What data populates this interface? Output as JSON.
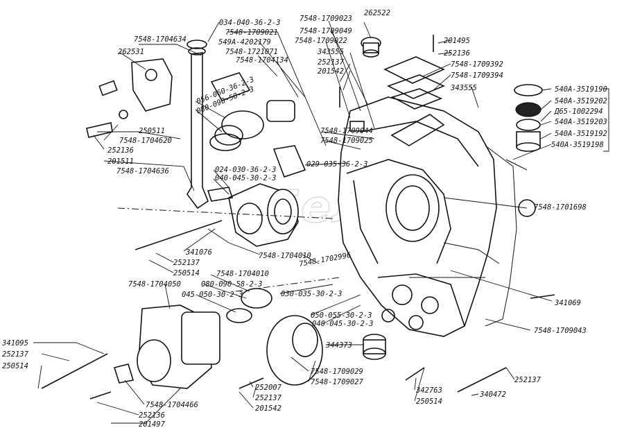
{
  "watermark": "Бел",
  "callouts": [
    {
      "id": "c1",
      "text": "7548-1704634"
    },
    {
      "id": "c2",
      "text": "262531"
    },
    {
      "id": "c3",
      "text": "034-040-36-2-3"
    },
    {
      "id": "c4",
      "text": "7548-1709021"
    },
    {
      "id": "c5",
      "text": "549А-4202179"
    },
    {
      "id": "c6",
      "text": "7548-1721071"
    },
    {
      "id": "c7",
      "text": "7548-1704134"
    },
    {
      "id": "c8",
      "text": "7548-1709023"
    },
    {
      "id": "c9",
      "text": "7548-1709049"
    },
    {
      "id": "c10",
      "text": "7548-1709022"
    },
    {
      "id": "c11",
      "text": "343555"
    },
    {
      "id": "c12",
      "text": "252137"
    },
    {
      "id": "c13",
      "text": "201542"
    },
    {
      "id": "c14",
      "text": "262522"
    },
    {
      "id": "c15",
      "text": "201495"
    },
    {
      "id": "c16",
      "text": "252136"
    },
    {
      "id": "c17",
      "text": "7548-1709392"
    },
    {
      "id": "c18",
      "text": "7548-1709394"
    },
    {
      "id": "c19",
      "text": "343555"
    },
    {
      "id": "c20",
      "text": "540А-3519190"
    },
    {
      "id": "c21",
      "text": "540А-3519202"
    },
    {
      "id": "c22",
      "text": "Д65-1002294"
    },
    {
      "id": "c23",
      "text": "540А-3519203"
    },
    {
      "id": "c24",
      "text": "540А-3519192"
    },
    {
      "id": "c25",
      "text": "540А-3519198"
    },
    {
      "id": "c26",
      "text": "056-060-36-2-3"
    },
    {
      "id": "c27",
      "text": "080-090-58-2-3"
    },
    {
      "id": "c28",
      "text": "250511"
    },
    {
      "id": "c29",
      "text": "7548-1704620"
    },
    {
      "id": "c30",
      "text": "252136"
    },
    {
      "id": "c31",
      "text": "201511"
    },
    {
      "id": "c32",
      "text": "7548-1704636"
    },
    {
      "id": "c33",
      "text": "7548-1709044"
    },
    {
      "id": "c34",
      "text": "7548-1709025"
    },
    {
      "id": "c35",
      "text": "029-035-36-2-3"
    },
    {
      "id": "c36",
      "text": "024-030-36-2-3"
    },
    {
      "id": "c37",
      "text": "040-045-30-2-3"
    },
    {
      "id": "c38",
      "text": "7548-1701698"
    },
    {
      "id": "c39",
      "text": "341076"
    },
    {
      "id": "c40",
      "text": "252137"
    },
    {
      "id": "c41",
      "text": "250514"
    },
    {
      "id": "c42",
      "text": "7548-1704010"
    },
    {
      "id": "c43",
      "text": "7548-1702996"
    },
    {
      "id": "c44",
      "text": "7548-1704010"
    },
    {
      "id": "c45",
      "text": "7548-1704050"
    },
    {
      "id": "c46",
      "text": "080-090-58-2-3"
    },
    {
      "id": "c47",
      "text": "045-050-30-2-3"
    },
    {
      "id": "c48",
      "text": "030-035-30-2-3"
    },
    {
      "id": "c49",
      "text": "341069"
    },
    {
      "id": "c50",
      "text": "050-055-30-2-3"
    },
    {
      "id": "c51",
      "text": "040-045-30-2-3"
    },
    {
      "id": "c52",
      "text": "7548-1709043"
    },
    {
      "id": "c53",
      "text": "341095"
    },
    {
      "id": "c54",
      "text": "252137"
    },
    {
      "id": "c55",
      "text": "250514"
    },
    {
      "id": "c56",
      "text": "344373"
    },
    {
      "id": "c57",
      "text": "7548-1709029"
    },
    {
      "id": "c58",
      "text": "7548-1709027"
    },
    {
      "id": "c59",
      "text": "252007"
    },
    {
      "id": "c60",
      "text": "252137"
    },
    {
      "id": "c61",
      "text": "201542"
    },
    {
      "id": "c62",
      "text": "7548-1704466"
    },
    {
      "id": "c63",
      "text": "252136"
    },
    {
      "id": "c64",
      "text": "201497"
    },
    {
      "id": "c65",
      "text": "342763"
    },
    {
      "id": "c66",
      "text": "250514"
    },
    {
      "id": "c67",
      "text": "252137"
    },
    {
      "id": "c68",
      "text": "340472"
    }
  ]
}
